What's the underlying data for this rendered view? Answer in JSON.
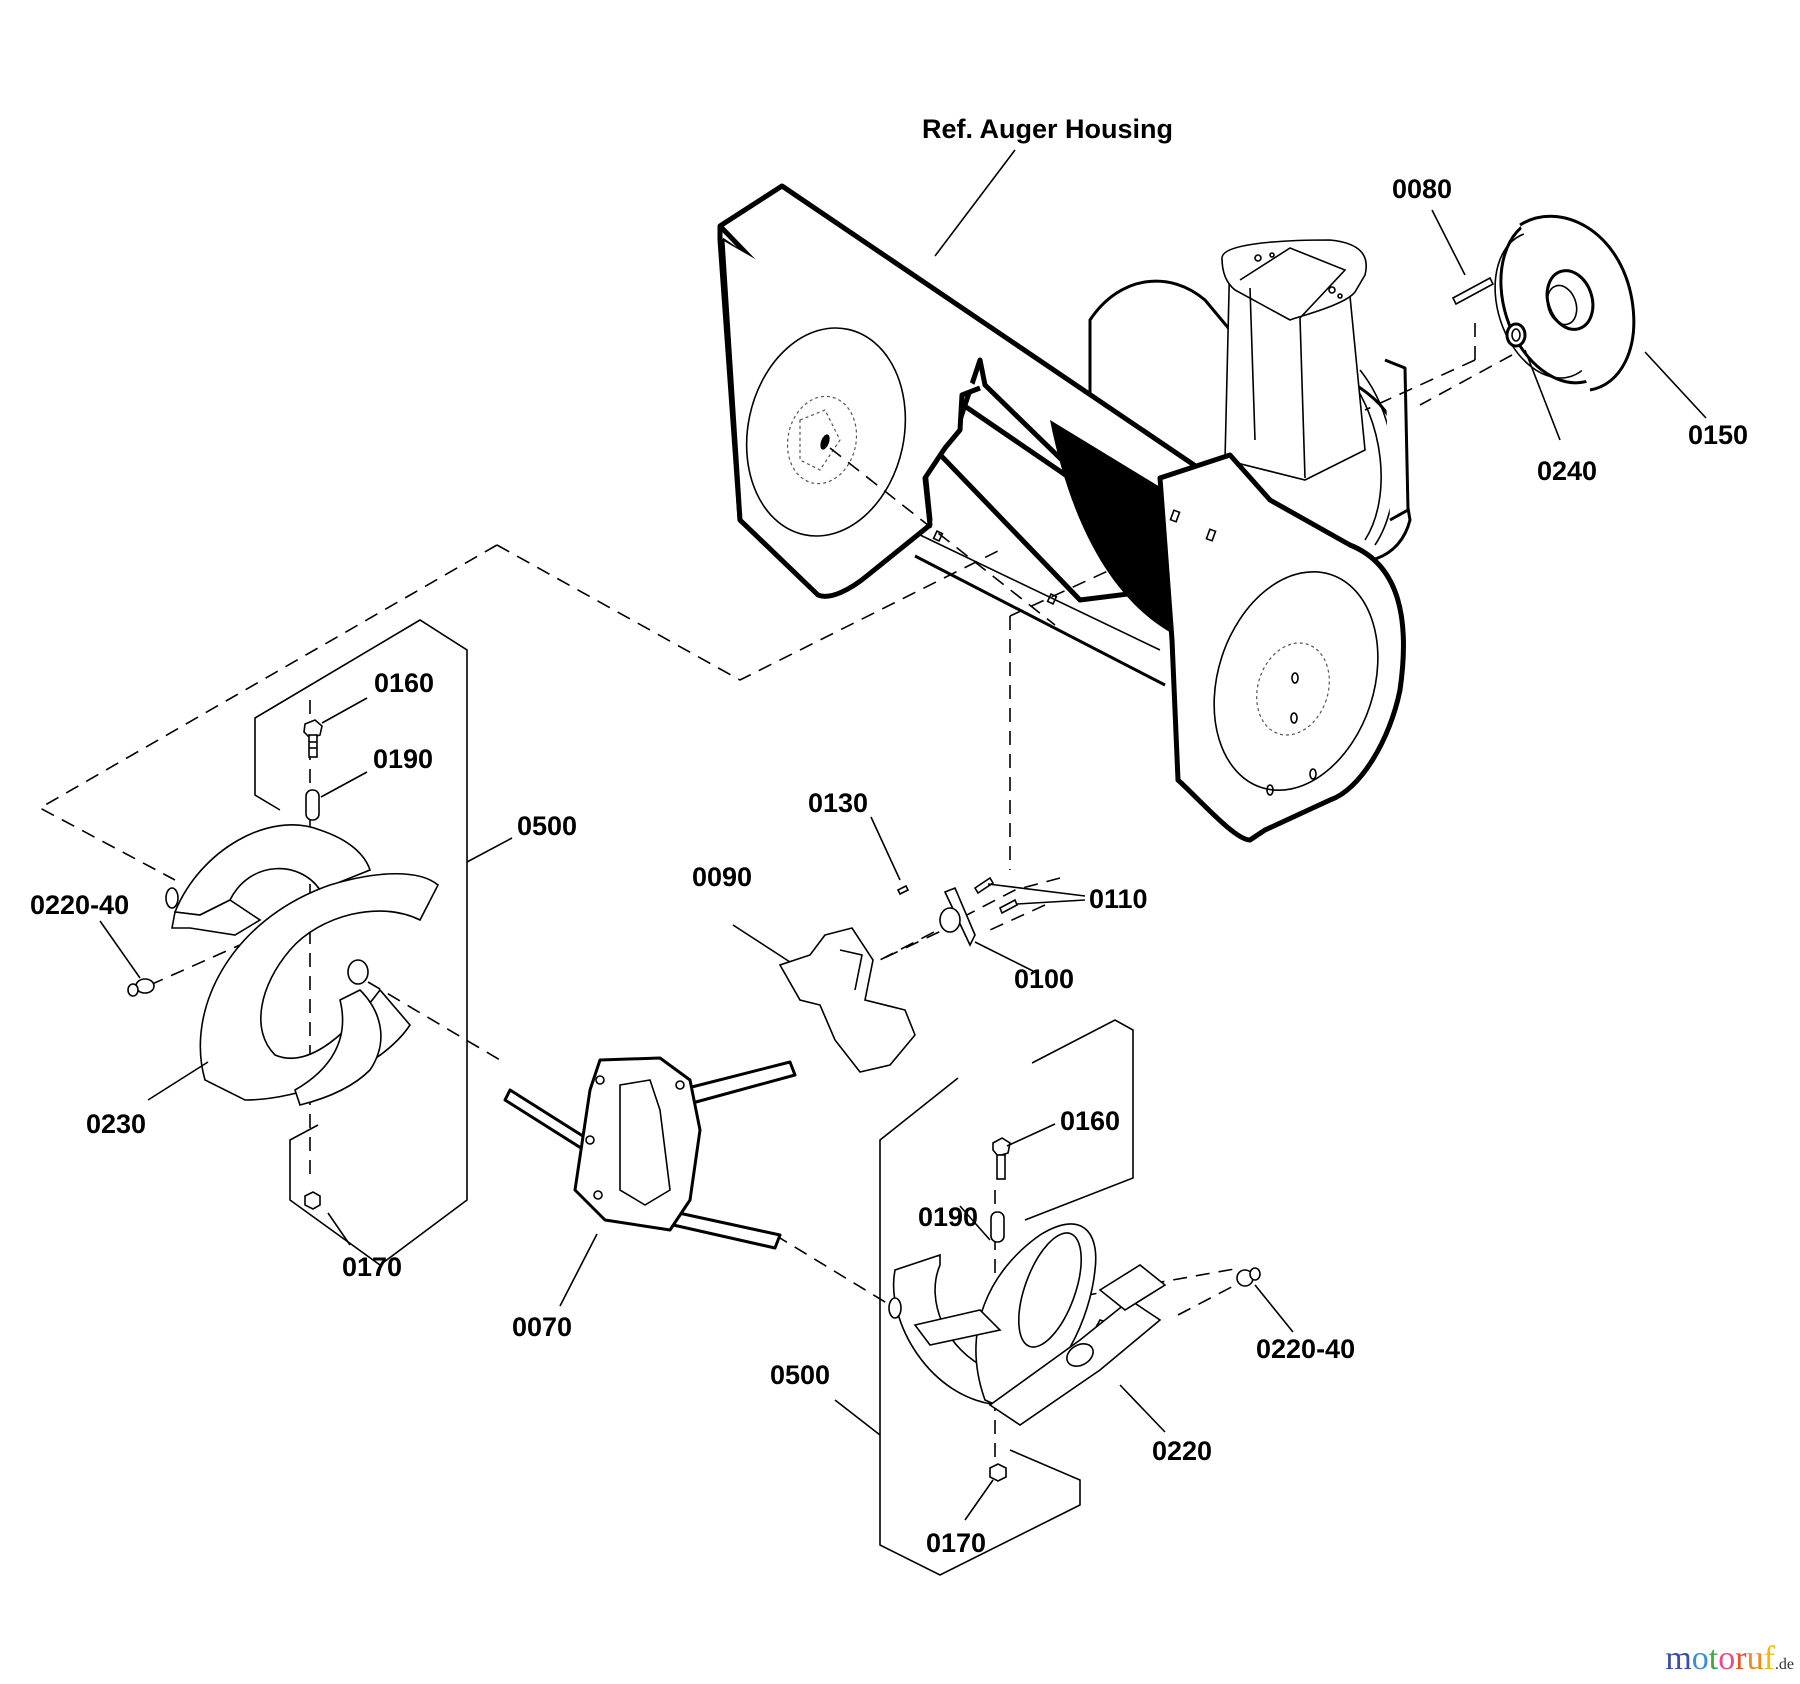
{
  "title_label": "Ref. Auger Housing",
  "labels": {
    "p0080": "0080",
    "p0150": "0150",
    "p0240": "0240",
    "p0160_left": "0160",
    "p0190_left": "0190",
    "p0500_left": "0500",
    "p0220_40_left": "0220-40",
    "p0230": "0230",
    "p0170_left": "0170",
    "p0070": "0070",
    "p0090": "0090",
    "p0130": "0130",
    "p0110": "0110",
    "p0100": "0100",
    "p0160_right": "0160",
    "p0190_right": "0190",
    "p0500_right": "0500",
    "p0220_40_right": "0220-40",
    "p0220": "0220",
    "p0170_right": "0170"
  },
  "watermark": {
    "letters": [
      "m",
      "o",
      "t",
      "o",
      "r",
      "u",
      "f"
    ],
    "colors": [
      "#3b4fa3",
      "#3b8fd0",
      "#3faa3f",
      "#e94a8a",
      "#e8512e",
      "#f08a1c",
      "#f2b90f"
    ],
    "tld": ".de"
  }
}
